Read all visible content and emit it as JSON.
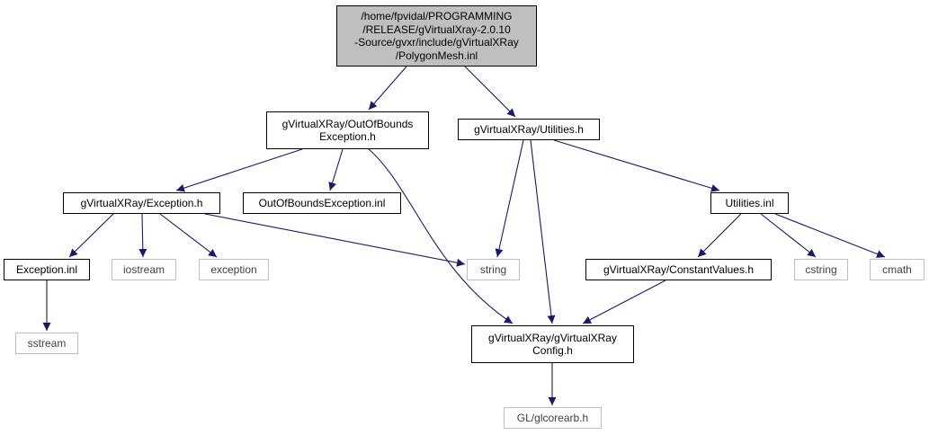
{
  "graph": {
    "nodes": [
      {
        "id": "root",
        "kind": "root",
        "lines": [
          "/home/fpvidal/PROGRAMMING",
          "/RELEASE/gVirtualXray-2.0.10",
          "-Source/gvxr/include/gVirtualXRay",
          "/PolygonMesh.inl"
        ]
      },
      {
        "id": "oob_h",
        "kind": "file",
        "lines": [
          "gVirtualXRay/OutOfBounds",
          "Exception.h"
        ]
      },
      {
        "id": "util_h",
        "kind": "file",
        "lines": [
          "gVirtualXRay/Utilities.h"
        ]
      },
      {
        "id": "exc_h",
        "kind": "file",
        "lines": [
          "gVirtualXRay/Exception.h"
        ]
      },
      {
        "id": "oob_inl",
        "kind": "file",
        "lines": [
          "OutOfBoundsException.inl"
        ]
      },
      {
        "id": "util_inl",
        "kind": "file",
        "lines": [
          "Utilities.inl"
        ]
      },
      {
        "id": "exc_inl",
        "kind": "file",
        "lines": [
          "Exception.inl"
        ]
      },
      {
        "id": "iostream",
        "kind": "external",
        "lines": [
          "iostream"
        ]
      },
      {
        "id": "exception",
        "kind": "external",
        "lines": [
          "exception"
        ]
      },
      {
        "id": "string",
        "kind": "external",
        "lines": [
          "string"
        ]
      },
      {
        "id": "const_h",
        "kind": "file",
        "lines": [
          "gVirtualXRay/ConstantValues.h"
        ]
      },
      {
        "id": "cstring",
        "kind": "external",
        "lines": [
          "cstring"
        ]
      },
      {
        "id": "cmath",
        "kind": "external",
        "lines": [
          "cmath"
        ]
      },
      {
        "id": "sstream",
        "kind": "external",
        "lines": [
          "sstream"
        ]
      },
      {
        "id": "config_h",
        "kind": "file",
        "lines": [
          "gVirtualXRay/gVirtualXRay",
          "Config.h"
        ]
      },
      {
        "id": "glcore",
        "kind": "external",
        "lines": [
          "GL/glcorearb.h"
        ]
      }
    ],
    "edges": [
      {
        "from": "root",
        "to": "oob_h"
      },
      {
        "from": "root",
        "to": "util_h"
      },
      {
        "from": "oob_h",
        "to": "exc_h"
      },
      {
        "from": "oob_h",
        "to": "oob_inl"
      },
      {
        "from": "oob_h",
        "to": "config_h"
      },
      {
        "from": "util_h",
        "to": "string"
      },
      {
        "from": "util_h",
        "to": "config_h"
      },
      {
        "from": "util_h",
        "to": "util_inl"
      },
      {
        "from": "exc_h",
        "to": "exc_inl"
      },
      {
        "from": "exc_h",
        "to": "iostream"
      },
      {
        "from": "exc_h",
        "to": "exception"
      },
      {
        "from": "exc_h",
        "to": "string"
      },
      {
        "from": "exc_inl",
        "to": "sstream"
      },
      {
        "from": "util_inl",
        "to": "const_h"
      },
      {
        "from": "util_inl",
        "to": "cstring"
      },
      {
        "from": "util_inl",
        "to": "cmath"
      },
      {
        "from": "const_h",
        "to": "config_h"
      },
      {
        "from": "config_h",
        "to": "glcore"
      }
    ],
    "colors": {
      "edge": "#191970",
      "root_fill": "#bfbfbf",
      "external_border": "#bfbfbf"
    }
  }
}
